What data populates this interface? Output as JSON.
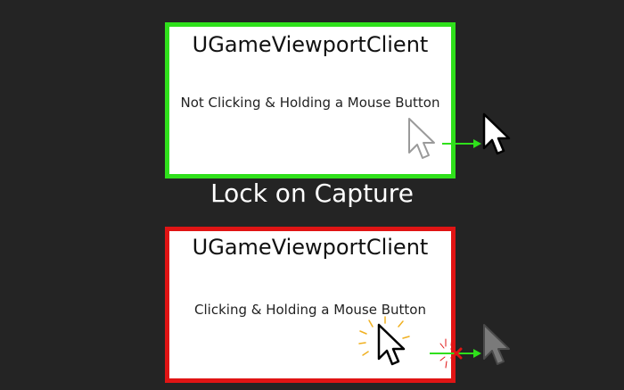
{
  "diagram": {
    "middle_label": "Lock on Capture",
    "panels": [
      {
        "title": "UGameViewportClient",
        "caption": "Not Clicking & Holding a Mouse Button",
        "border_color": "#2fe01b",
        "cursor_escapes": true
      },
      {
        "title": "UGameViewportClient",
        "caption": "Clicking & Holding a Mouse Button",
        "border_color": "#e01414",
        "cursor_escapes": false
      }
    ],
    "colors": {
      "background": "#242424",
      "arrow": "#2fe01b",
      "block_mark": "#e01414",
      "click_rays": "#f0b020"
    },
    "icons": [
      "mouse-cursor-icon",
      "arrow-right-icon",
      "x-mark-icon",
      "click-burst-icon"
    ]
  }
}
